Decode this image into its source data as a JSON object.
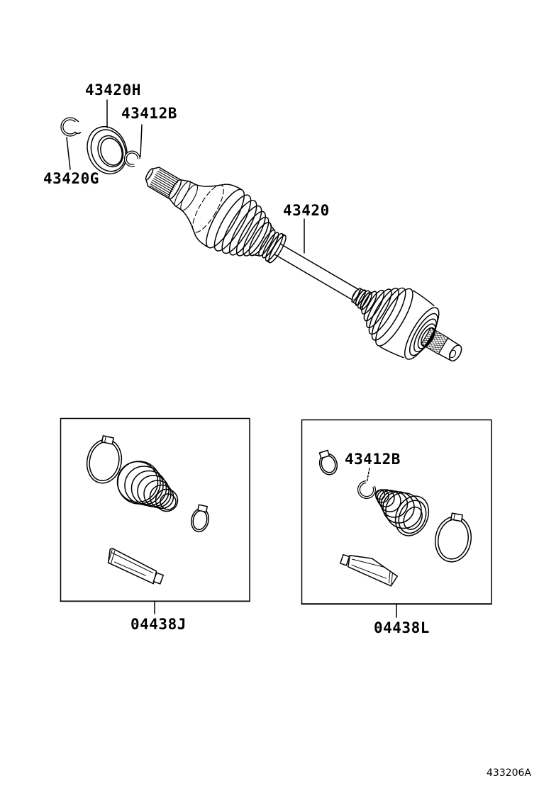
{
  "diagram": {
    "labels": {
      "seal": "43420H",
      "clip_top": "43412B",
      "snap_ring": "43420G",
      "shaft": "43420",
      "kit_clip": "43412B",
      "kit_left": "04438J",
      "kit_right": "04438L"
    },
    "figure_code": "433206A",
    "colors": {
      "ink": "#000000",
      "paper": "#ffffff"
    }
  }
}
